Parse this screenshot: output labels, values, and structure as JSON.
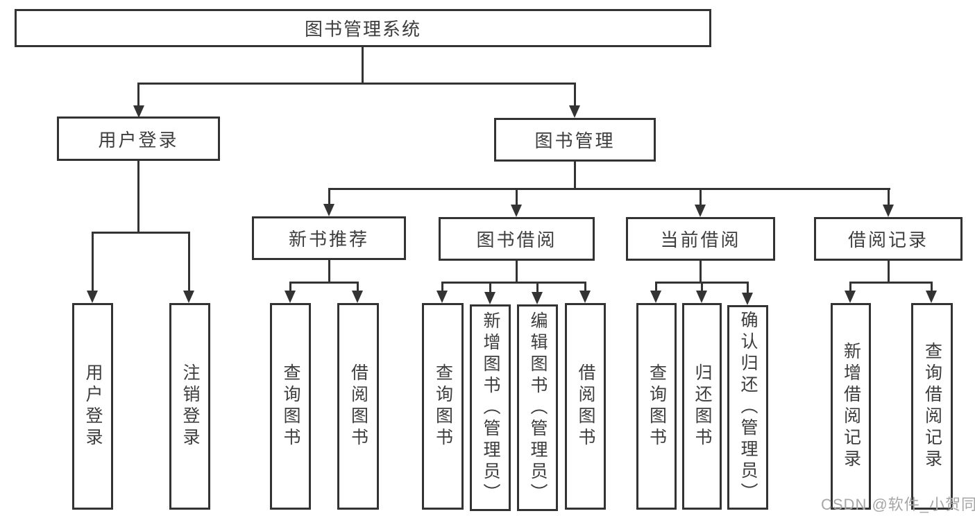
{
  "colors": {
    "line": "#333333",
    "text": "#3d3d3d",
    "watermark": "#a6a6a6",
    "background": "#ffffff"
  },
  "tree": {
    "root": "图书管理系统",
    "branches": [
      {
        "label": "用户登录",
        "children": [
          "用户登录",
          "注销登录"
        ]
      },
      {
        "label": "图书管理",
        "children": [
          {
            "label": "新书推荐",
            "children": [
              "查询图书",
              "借阅图书"
            ]
          },
          {
            "label": "图书借阅",
            "children": [
              "查询图书",
              "新增图书（管理员）",
              "编辑图书（管理员）",
              "借阅图书"
            ]
          },
          {
            "label": "当前借阅",
            "children": [
              "查询图书",
              "归还图书",
              "确认归还（管理员）"
            ]
          },
          {
            "label": "借阅记录",
            "children": [
              "新增借阅记录",
              "查询借阅记录"
            ]
          }
        ]
      }
    ]
  },
  "watermark": {
    "text": "CSDN @软件_小贺同学"
  }
}
